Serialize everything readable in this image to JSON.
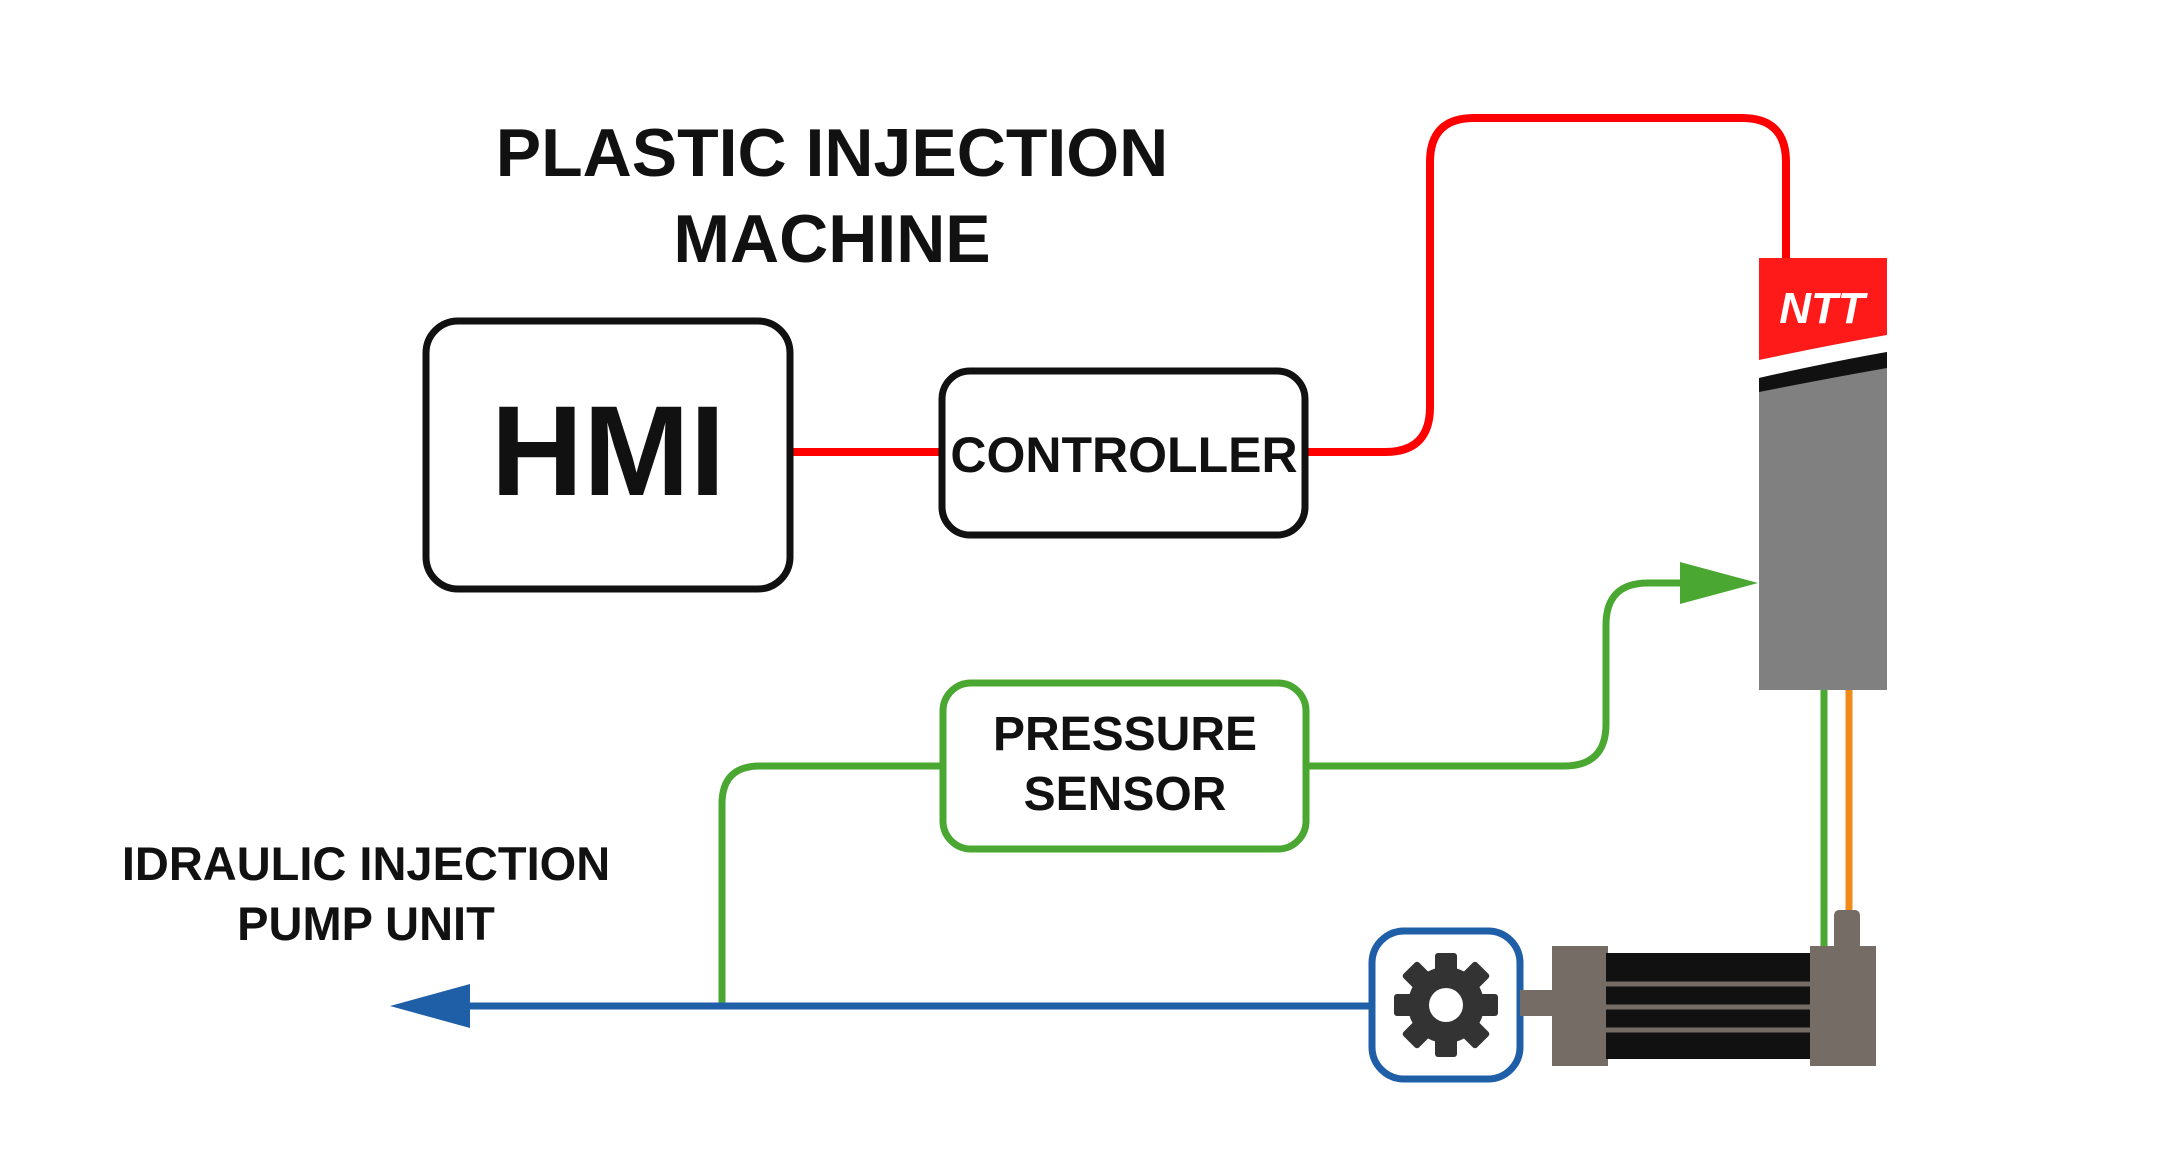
{
  "title": {
    "line1": "PLASTIC INJECTION",
    "line2": "MACHINE"
  },
  "blocks": {
    "hmi": "HMI",
    "controller": "CONTROLLER",
    "pressure_sensor": {
      "line1": "PRESSURE",
      "line2": "SENSOR"
    },
    "drive_logo": "NTT"
  },
  "output_label": {
    "line1": "IDRAULIC INJECTION",
    "line2": "PUMP UNIT"
  },
  "icons": {
    "motor": "gear-icon",
    "pump": "hydraulic-pump-icon",
    "output_arrow": "arrow-left-icon",
    "feedback_arrow": "arrow-right-icon"
  },
  "colors": {
    "control_line": "#ff0000",
    "feedback_line": "#4aa832",
    "hydraulic_line": "#1f5fa8",
    "power_line": "#f08a1a",
    "drive_body": "#808080",
    "drive_logo_bg": "#ff1a1a",
    "pump_body": "#766c66"
  }
}
